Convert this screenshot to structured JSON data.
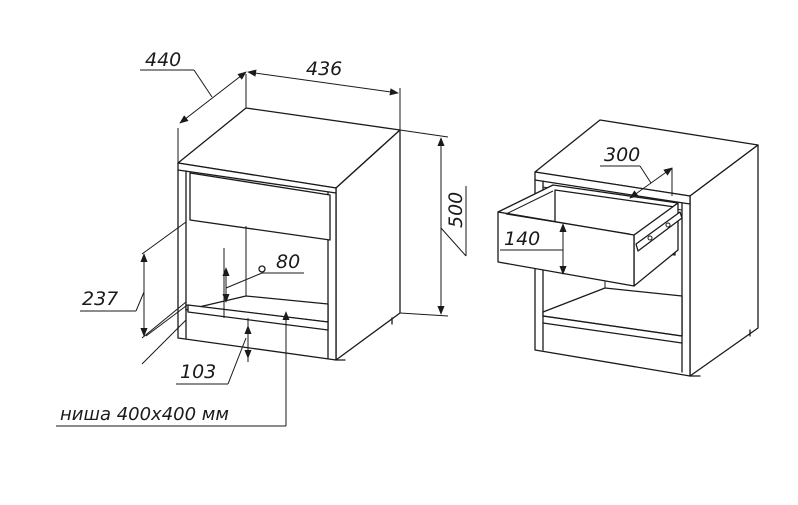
{
  "dimensions": {
    "depth": "440",
    "width": "436",
    "height": "500",
    "opening_height": "237",
    "handle_offset": "80",
    "plinth_height": "103",
    "drawer_depth": "300",
    "drawer_height": "140"
  },
  "niche_note": "ниша  400х400  мм"
}
